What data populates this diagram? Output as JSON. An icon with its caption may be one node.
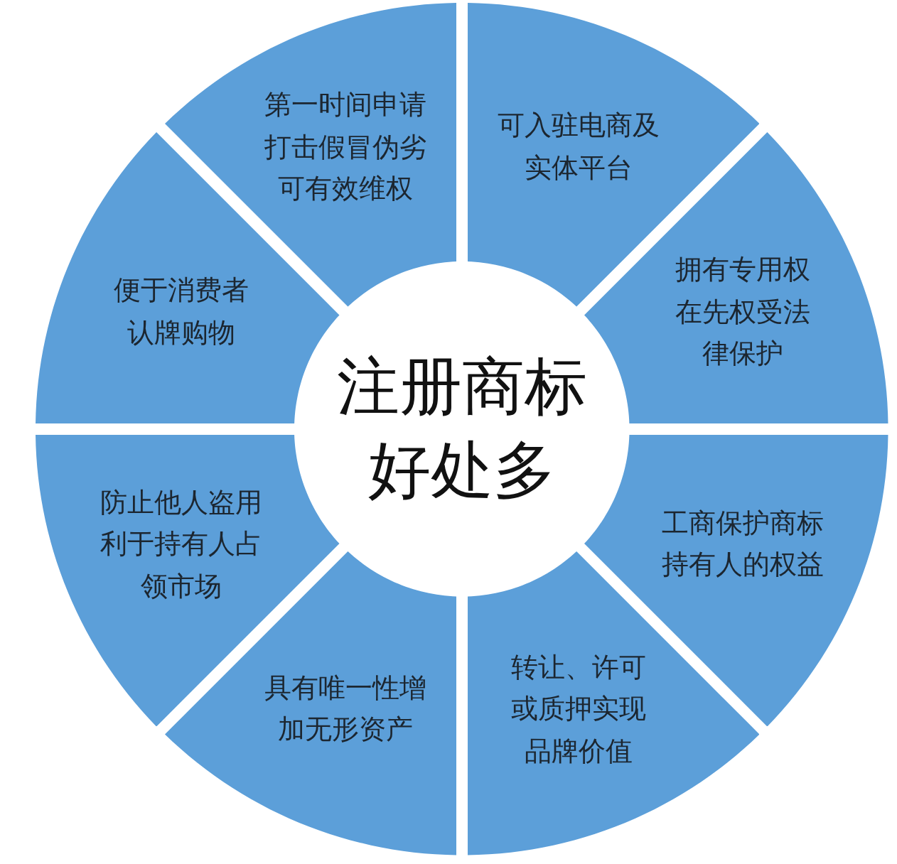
{
  "diagram": {
    "nodes": [
      {
        "text": [
          "注册商标好处多"
        ]
      },
      {
        "text": [
          "可入驻电商及实体平台"
        ]
      },
      {
        "text": [
          "拥有专用权在先权受法律保护"
        ]
      },
      {
        "text": [
          "工商保护商标持有人的权益"
        ]
      },
      {
        "text": [
          "转让、许可或质押实现品牌价值"
        ]
      },
      {
        "text": [
          "具有唯一性增加无形资产"
        ]
      },
      {
        "text": [
          "防止他人盗用利于持有人占领市场"
        ]
      },
      {
        "text": [
          "便于消费者认牌购物"
        ]
      },
      {
        "text": [
          "第一时间申请打击假冒伪劣可有效维权"
        ]
      }
    ]
  }
}
